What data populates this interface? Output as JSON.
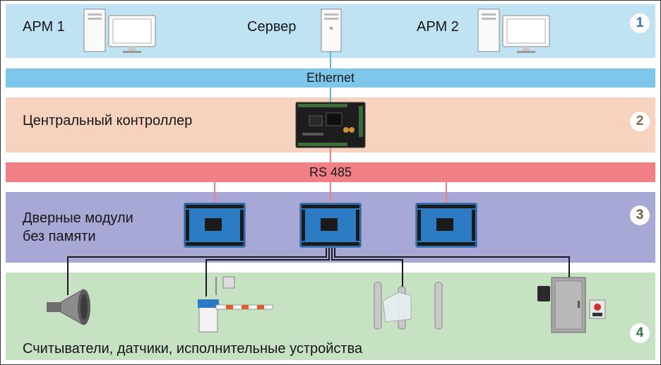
{
  "tier1": {
    "workstation1_label": "АРМ 1",
    "server_label": "Сервер",
    "workstation2_label": "АРМ 2",
    "number": "1"
  },
  "ethernet_bus": {
    "label": "Ethernet",
    "color": "#7ec6ea"
  },
  "tier2": {
    "label": "Центральный контроллер",
    "number": "2"
  },
  "rs485_bus": {
    "label": "RS 485",
    "color": "#f07f86"
  },
  "tier3": {
    "label_line1": "Дверные модули",
    "label_line2": "без памяти",
    "number": "3"
  },
  "tier4": {
    "label": "Считыватели, датчики, исполнительные устройства",
    "number": "4"
  },
  "colors": {
    "tier1_bg": "#bfe3f3",
    "tier2_bg": "#f7d3bf",
    "tier3_bg": "#a8a8d6",
    "tier4_bg": "#c6e2c2",
    "num1": "#2e74b5",
    "num2": "#8a6d4e",
    "num3": "#6b5a3e",
    "num4": "#2f7a45"
  },
  "icons": [
    "workstation-computer-icon",
    "server-tower-icon",
    "central-controller-board-icon",
    "door-module-board-icon",
    "siren-horn-icon",
    "barrier-gate-icon",
    "turnstile-icon",
    "card-reader-icon",
    "cabinet-icon",
    "exit-button-icon"
  ]
}
